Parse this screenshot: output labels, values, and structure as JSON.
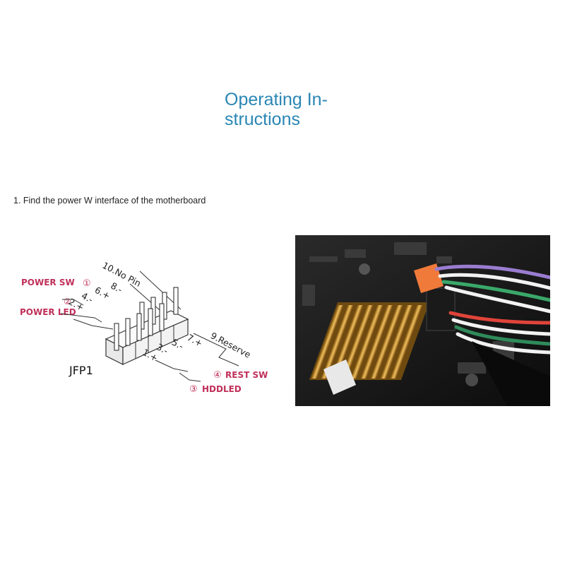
{
  "header": {
    "title_line1": "Operating In-",
    "title_line2": "structions"
  },
  "steps": [
    {
      "text": "1. Find the power W interface of the motherboard"
    }
  ],
  "diagram": {
    "connector_name": "JFP1",
    "labels": {
      "power_sw": "POWER SW",
      "power_led": "POWER LED",
      "rest_sw": "REST SW",
      "hddled": "HDDLED"
    },
    "markers": {
      "m1": "①",
      "m2": "②",
      "m3": "③",
      "m4": "④"
    },
    "pins": {
      "p10": "10.No Pin",
      "p8": "8.-",
      "p6": "6.+",
      "p4": "4.-",
      "p2": "2.+",
      "p9": "9.Reserve",
      "p7": "7.+",
      "p5": "5.-",
      "p3": "3.-",
      "p1": "1.+"
    },
    "colors": {
      "label": "#c0305a",
      "line": "#333333"
    }
  }
}
